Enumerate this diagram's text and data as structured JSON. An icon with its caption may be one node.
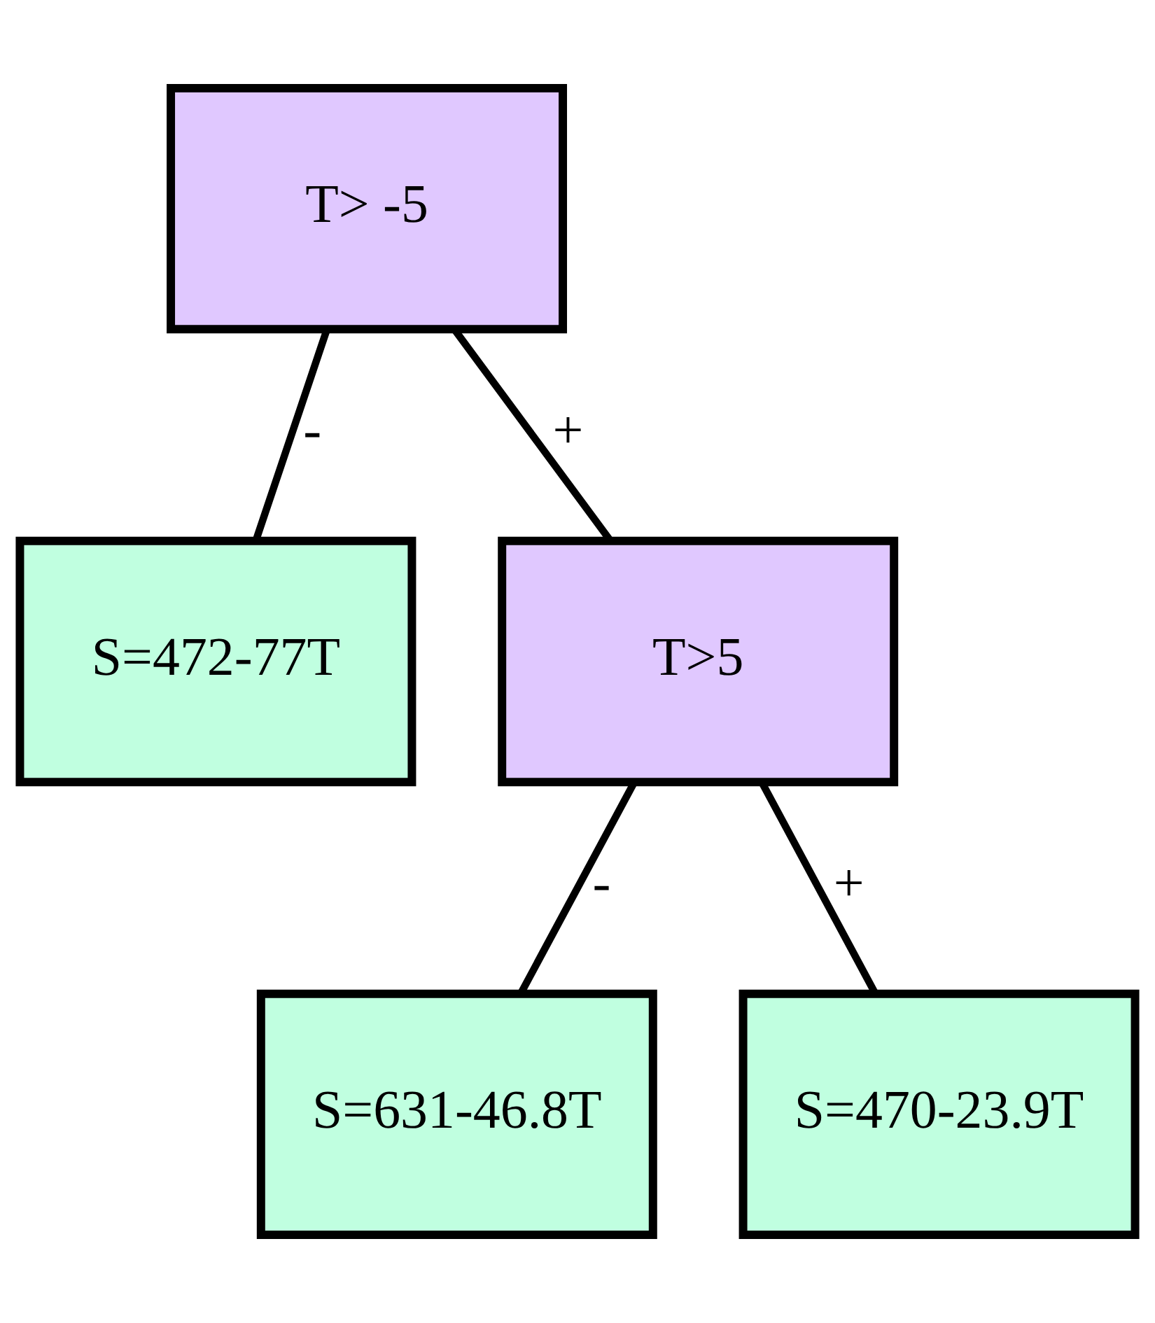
{
  "diagram": {
    "nodes": [
      {
        "text": [
          "T> -5"
        ]
      },
      {
        "text": [
          "S=472-77T"
        ]
      },
      {
        "text": [
          "T>5"
        ]
      },
      {
        "text": [
          "S=631-46.8T"
        ]
      },
      {
        "text": [
          "S=470-23.9T"
        ]
      }
    ],
    "edges": [
      {
        "from": 0,
        "to": 1,
        "arrow": "none",
        "label": "-"
      },
      {
        "from": 0,
        "to": 2,
        "arrow": "none",
        "label": "+"
      },
      {
        "from": 2,
        "to": 3,
        "arrow": "none",
        "label": "-"
      },
      {
        "from": 2,
        "to": 4,
        "arrow": "none",
        "label": "+"
      }
    ]
  }
}
